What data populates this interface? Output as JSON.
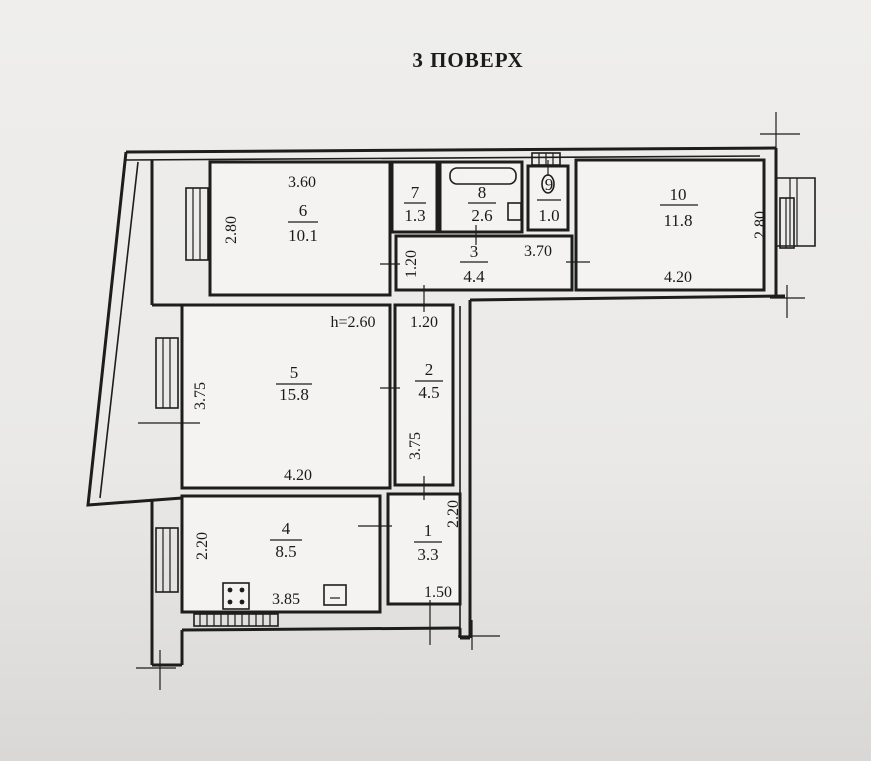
{
  "title": "3 ПОВЕРХ",
  "ceiling_height": "h=2.60",
  "rooms": [
    {
      "number": "1",
      "area": "3.3",
      "dims": [
        "2.20",
        "1.50"
      ]
    },
    {
      "number": "2",
      "area": "4.5",
      "dims": [
        "3.75"
      ]
    },
    {
      "number": "3",
      "area": "4.4",
      "dims": [
        "1.20",
        "3.70",
        "1.20"
      ]
    },
    {
      "number": "4",
      "area": "8.5",
      "dims": [
        "2.20",
        "3.85"
      ]
    },
    {
      "number": "5",
      "area": "15.8",
      "dims": [
        "3.75",
        "4.20"
      ]
    },
    {
      "number": "6",
      "area": "10.1",
      "dims": [
        "3.60",
        "2.80"
      ]
    },
    {
      "number": "7",
      "area": "1.3",
      "dims": []
    },
    {
      "number": "8",
      "area": "2.6",
      "dims": []
    },
    {
      "number": "9",
      "area": "1.0",
      "dims": []
    },
    {
      "number": "10",
      "area": "11.8",
      "dims": [
        "2.80",
        "4.20"
      ]
    }
  ]
}
